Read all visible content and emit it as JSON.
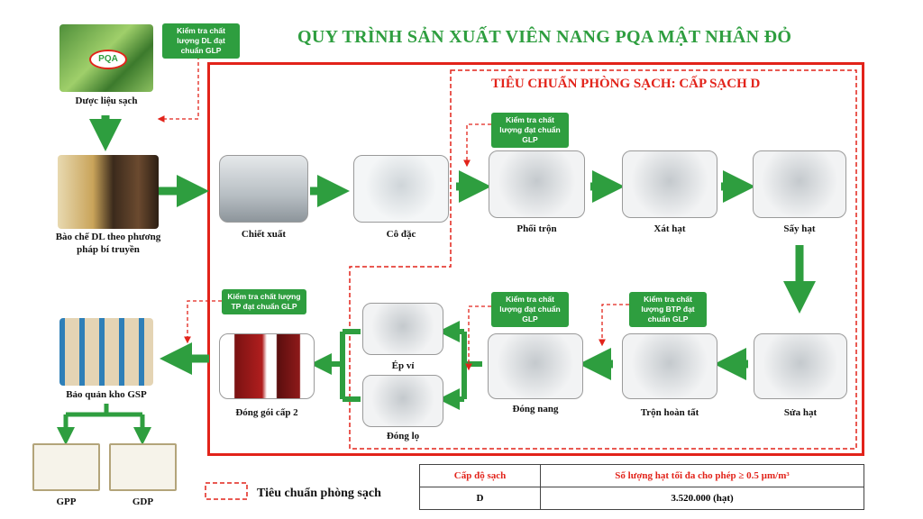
{
  "title": "QUY TRÌNH SẢN XUẤT VIÊN NANG PQA MẬT NHÂN ĐỎ",
  "cleanroom_title": "TIÊU CHUẨN PHÒNG SẠCH: CẤP SẠCH D",
  "logo_text": "PQA",
  "steps": {
    "duoc_lieu": "Dược liệu sạch",
    "bao_che": "Bào chế DL theo phương pháp bí truyền",
    "chiet_xuat": "Chiết xuất",
    "co_dac": "Cô đặc",
    "phoi_tron": "Phối trộn",
    "xat_hat": "Xát hạt",
    "say_hat": "Sấy hạt",
    "sua_hat": "Sửa hạt",
    "tron_hoan_tat": "Trộn hoàn tất",
    "dong_nang": "Đóng nang",
    "ep_vi": "Ép vỉ",
    "dong_lo": "Đóng lọ",
    "dong_goi": "Đóng gói cấp 2",
    "bao_quan": "Bảo quản kho GSP",
    "gpp": "GPP",
    "gdp": "GDP"
  },
  "qc_labels": {
    "qc1": "Kiểm tra chất lượng DL đạt chuẩn GLP",
    "qc2": "Kiểm tra chất lượng đạt chuẩn GLP",
    "qc3": "Kiểm tra chất lượng TP đạt chuẩn GLP",
    "qc4": "Kiểm tra chất lượng đạt chuẩn GLP",
    "qc5": "Kiểm tra chất lượng BTP đạt chuẩn GLP"
  },
  "legend": "Tiêu chuẩn phòng sạch",
  "table": {
    "header": [
      "Cấp độ sạch",
      "Số lượng hạt tối đa cho phép ≥ 0.5 µm/m³"
    ],
    "row": [
      "D",
      "3.520.000 (hạt)"
    ]
  },
  "colors": {
    "green": "#2e9e3f",
    "red": "#e2231a"
  }
}
